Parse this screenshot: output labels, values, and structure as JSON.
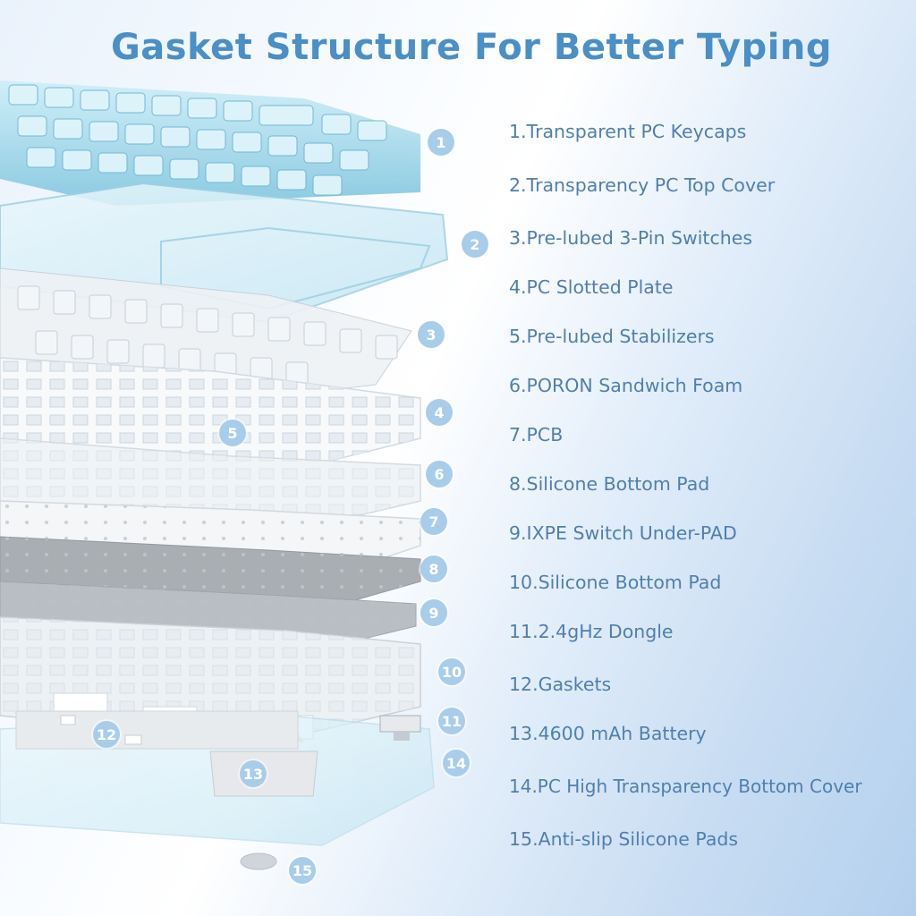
{
  "title": "Gasket Structure For Better Typing",
  "labels": [
    "1.Transparent PC Keycaps",
    "2.Transparency PC Top Cover",
    "3.Pre-lubed 3-Pin Switches",
    "4.PC Slotted Plate",
    "5.Pre-lubed Stabilizers",
    "6.PORON Sandwich Foam",
    "7.PCB",
    "8.Silicone Bottom Pad",
    "9.IXPE Switch Under-PAD",
    "10.Silicone Bottom Pad",
    "11.2.4gHz Dongle",
    "12.Gaskets",
    "13.4600 mAh Battery",
    "14.PC High Transparency Bottom Cover",
    "15.Anti-slip Silicone Pads"
  ],
  "callouts": [
    "1",
    "2",
    "3",
    "4",
    "5",
    "6",
    "7",
    "8",
    "9",
    "10",
    "11",
    "12",
    "13",
    "14",
    "15"
  ],
  "colors": {
    "title": "#4a8fc6",
    "legend_text": "#4f7fae",
    "badge": "#a8cdea",
    "keycap": "#8fd0e6"
  }
}
